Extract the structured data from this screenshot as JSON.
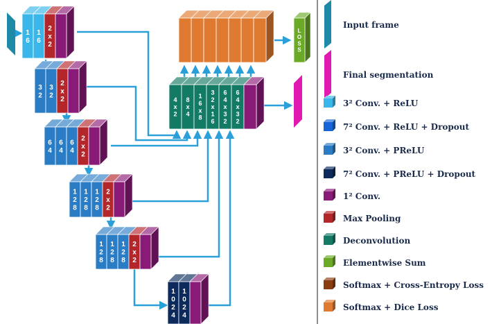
{
  "colors": {
    "input": "#1f8aa8",
    "conv_relu": "#39b7ea",
    "conv_relu_dropout": "#1565d8",
    "conv_prelu": "#2a7cc4",
    "conv_prelu_dropout": "#0c2a5c",
    "conv1": "#8a1a78",
    "maxpool": "#b3262a",
    "deconv": "#137a64",
    "sum": "#6aaa26",
    "ce_loss": "#8a3e10",
    "dice_loss": "#e07a30",
    "final": "#e01ab0",
    "arrow": "#2a9fd8"
  },
  "encoder": [
    {
      "labels": [
        "1 6",
        "1 6",
        "2 x 2"
      ]
    },
    {
      "labels": [
        "3 2",
        "3 2",
        "2 x 2"
      ]
    },
    {
      "labels": [
        "6 4",
        "6 4",
        "6 4",
        "2 x 2"
      ]
    },
    {
      "labels": [
        "1 2 8",
        "1 2 8",
        "1 2 8",
        "2 x 2"
      ]
    },
    {
      "labels": [
        "1 2 8",
        "1 2 8",
        "1 2 8",
        "2 x 2"
      ]
    },
    {
      "labels": [
        "1 0 2 4",
        "1 0 2 4"
      ]
    }
  ],
  "decoder_labels": [
    "4 x 2",
    "8 x 4",
    "1 6 x 8",
    "3 2 x 1 6",
    "6 4 x 3 2",
    "6 4 x 3 2"
  ],
  "loss_label": "L O S S",
  "legend": [
    {
      "key": "input",
      "label": "Input frame"
    },
    {
      "key": "final",
      "label": "Final segmentation"
    },
    {
      "key": "conv_relu",
      "label": "3² Conv. + ReLU"
    },
    {
      "key": "conv_relu_dropout",
      "label": "7² Conv. + ReLU + Dropout"
    },
    {
      "key": "conv_prelu",
      "label": "3² Conv. + PReLU"
    },
    {
      "key": "conv_prelu_dropout",
      "label": "7² Conv. + PReLU + Dropout"
    },
    {
      "key": "conv1",
      "label": "1² Conv."
    },
    {
      "key": "maxpool",
      "label": "Max Pooling"
    },
    {
      "key": "deconv",
      "label": "Deconvolution"
    },
    {
      "key": "sum",
      "label": "Elementwise Sum"
    },
    {
      "key": "ce_loss",
      "label": "Softmax + Cross-Entropy Loss"
    },
    {
      "key": "dice_loss",
      "label": "Softmax + Dice Loss"
    }
  ]
}
